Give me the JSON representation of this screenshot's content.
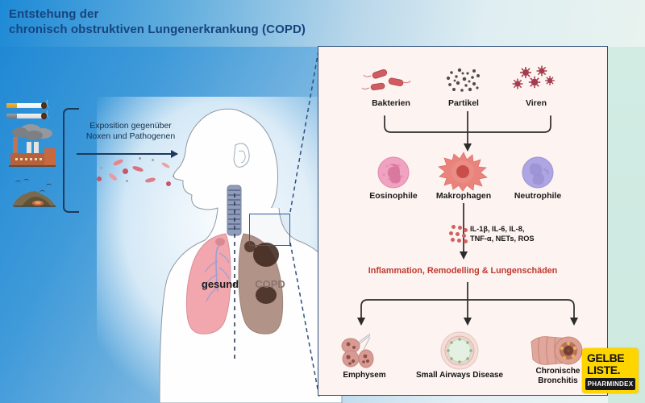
{
  "header": {
    "title_line1": "Entstehung der",
    "title_line2": "chronisch obstruktiven Lungenerkrankung (COPD)",
    "title_color": "#17447e"
  },
  "exposure": {
    "label_line1": "Exposition gegenüber",
    "label_line2": "Noxen und Pathogenen",
    "sources": [
      {
        "name": "cigarettes-icon",
        "label": ""
      },
      {
        "name": "factory-icon",
        "label": ""
      },
      {
        "name": "dirt-pile-icon",
        "label": ""
      }
    ]
  },
  "body_figure": {
    "healthy_label": "gesund",
    "copd_label": "COPD",
    "healthy_color": "#1b1b1b",
    "copd_color": "#8a7470",
    "selection_box_color": "#2d5b9e"
  },
  "panel": {
    "border_color": "#2c4f7c",
    "background_color": "#fdf3f0",
    "triggers": [
      {
        "label": "Bakterien",
        "icon": "bacteria-icon"
      },
      {
        "label": "Partikel",
        "icon": "particles-icon"
      },
      {
        "label": "Viren",
        "icon": "virus-icon"
      }
    ],
    "immune_cells": [
      {
        "label": "Eosinophile",
        "icon": "eosinophil-icon",
        "color": "#ef9ab8"
      },
      {
        "label": "Makrophagen",
        "icon": "macrophage-icon",
        "color": "#e8766e"
      },
      {
        "label": "Neutrophile",
        "icon": "neutrophil-icon",
        "color": "#a9a3e0"
      }
    ],
    "mediators": {
      "line1": "IL-1β, IL-6, IL-8,",
      "line2": "TNF-α, NETs, ROS"
    },
    "inflammation": "Inflammation, Remodelling & Lungenschäden",
    "inflammation_color": "#c0392f",
    "outcomes": [
      {
        "label": "Emphysem",
        "icon": "alveoli-icon"
      },
      {
        "label": "Small Airways Disease",
        "icon": "airway-cross-section-icon"
      },
      {
        "label": "Chronische Bronchitis",
        "icon": "bronchus-icon"
      }
    ]
  },
  "logo": {
    "line1": "GELBE",
    "line2": "LISTE.",
    "subtitle": "PHARMINDEX",
    "background": "#ffd500"
  }
}
